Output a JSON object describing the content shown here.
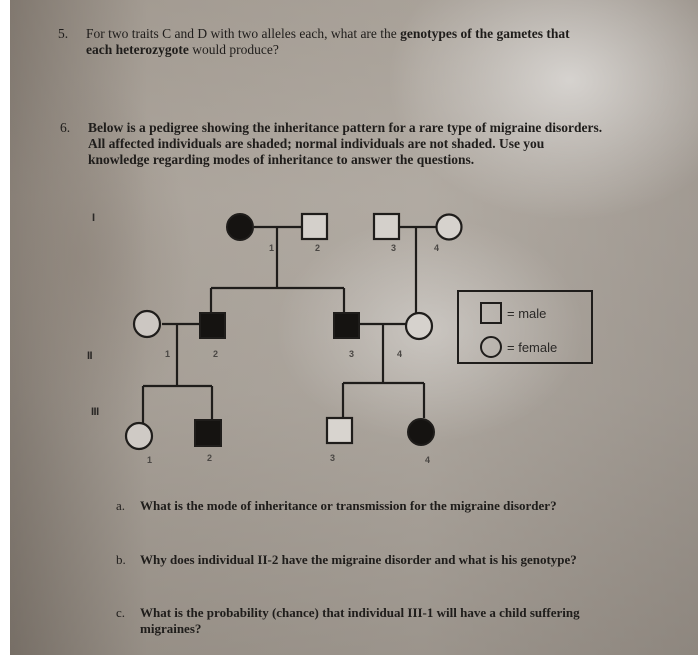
{
  "question5": {
    "number": "5.",
    "line1_prefix": "For two traits C and D with two alleles each, what are the ",
    "line1_bold": "genotypes of the gametes that",
    "line2_bold": "each heterozygote",
    "line2_suffix": " would produce?"
  },
  "question6": {
    "number": "6.",
    "line1": "Below is a pedigree showing the inheritance pattern for a rare type of migraine disorders.",
    "line2": "All affected individuals are shaded; normal individuals are not shaded. Use you",
    "line3": "knowledge regarding modes of inheritance to answer the questions."
  },
  "pedigree": {
    "generations": [
      "I",
      "II",
      "III"
    ],
    "individuals": {
      "I": [
        {
          "id": "1",
          "sex": "female",
          "affected": true
        },
        {
          "id": "2",
          "sex": "male",
          "affected": false
        },
        {
          "id": "3",
          "sex": "male",
          "affected": false
        },
        {
          "id": "4",
          "sex": "female",
          "affected": false
        }
      ],
      "II": [
        {
          "id": "1",
          "sex": "female",
          "affected": false
        },
        {
          "id": "2",
          "sex": "male",
          "affected": true
        },
        {
          "id": "3",
          "sex": "male",
          "affected": true
        },
        {
          "id": "4",
          "sex": "female",
          "affected": false
        }
      ],
      "III": [
        {
          "id": "1",
          "sex": "female",
          "affected": false
        },
        {
          "id": "2",
          "sex": "male",
          "affected": true
        },
        {
          "id": "3",
          "sex": "male",
          "affected": false
        },
        {
          "id": "4",
          "sex": "female",
          "affected": true
        }
      ]
    },
    "labels": {
      "I1": "1",
      "I2": "2",
      "I3": "3",
      "I4": "4",
      "II1": "1",
      "II2": "2",
      "II3": "3",
      "II4": "4",
      "III1": "1",
      "III2": "2",
      "III3": "3",
      "III4": "4"
    }
  },
  "legend": {
    "male_label": "= male",
    "female_label": "= female"
  },
  "subquestions": [
    {
      "letter": "a.",
      "text": "What is the mode of inheritance or transmission for the migraine disorder?"
    },
    {
      "letter": "b.",
      "text": "Why does individual II-2 have the migraine disorder and what is his genotype?"
    },
    {
      "letter": "c.",
      "text_line1": "What is the probability (chance) that individual III-1 will have a child suffering",
      "text_line2": "migraines?"
    }
  ],
  "colors": {
    "paper": "#cfcac5",
    "ink": "#1f1d1b",
    "border": "#ffffff"
  }
}
